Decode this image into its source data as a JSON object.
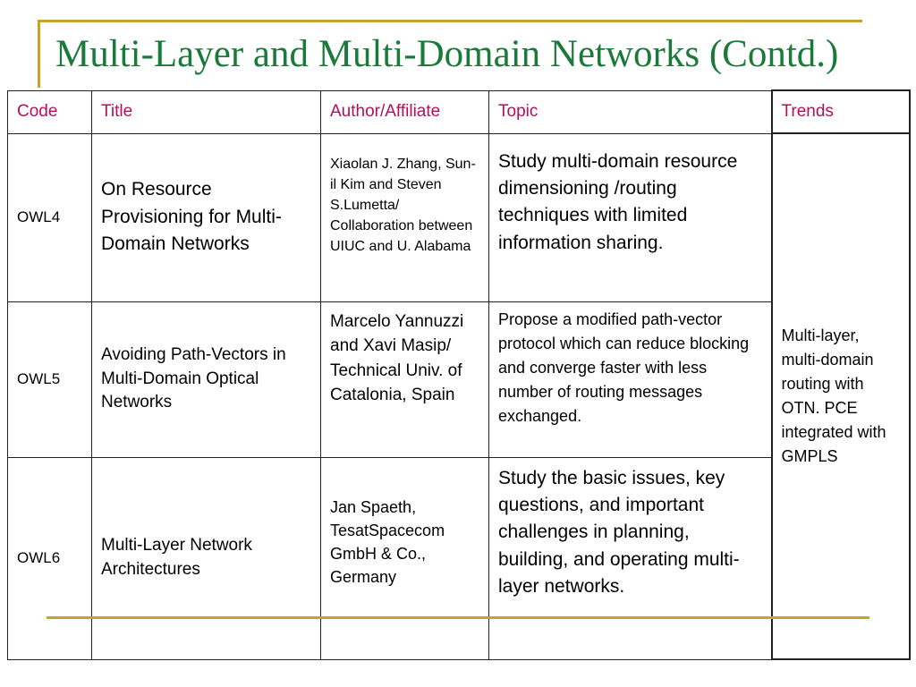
{
  "title": "Multi-Layer and Multi-Domain Networks (Contd.)",
  "columns": {
    "code": "Code",
    "title": "Title",
    "author": "Author/Affiliate",
    "topic": "Topic",
    "trends": "Trends"
  },
  "rows": [
    {
      "code": "OWL4",
      "title": "On Resource Provisioning for Multi-Domain Networks",
      "author": "Xiaolan J. Zhang, Sun-il Kim and Steven S.Lumetta/ Collaboration between UIUC and U. Alabama",
      "topic": "Study multi-domain resource dimensioning /routing techniques with limited information sharing."
    },
    {
      "code": "OWL5",
      "title": "Avoiding Path-Vectors in Multi-Domain Optical Networks",
      "author": "Marcelo Yannuzzi and Xavi Masip/ Technical Univ. of Catalonia, Spain",
      "topic": "Propose a modified path-vector protocol which can reduce blocking and converge faster with less number of routing messages exchanged."
    },
    {
      "code": "OWL6",
      "title": "Multi-Layer Network Architectures",
      "author": "Jan Spaeth, TesatSpacecom GmbH & Co., Germany",
      "topic": "Study the basic issues, key questions, and important challenges in planning, building, and operating multi-layer networks."
    }
  ],
  "trends": "Multi-layer, multi-domain routing with OTN. PCE integrated with GMPLS",
  "colors": {
    "title": "#1a7a3a",
    "header_text": "#b0125a",
    "decoration": "#c9a227"
  }
}
